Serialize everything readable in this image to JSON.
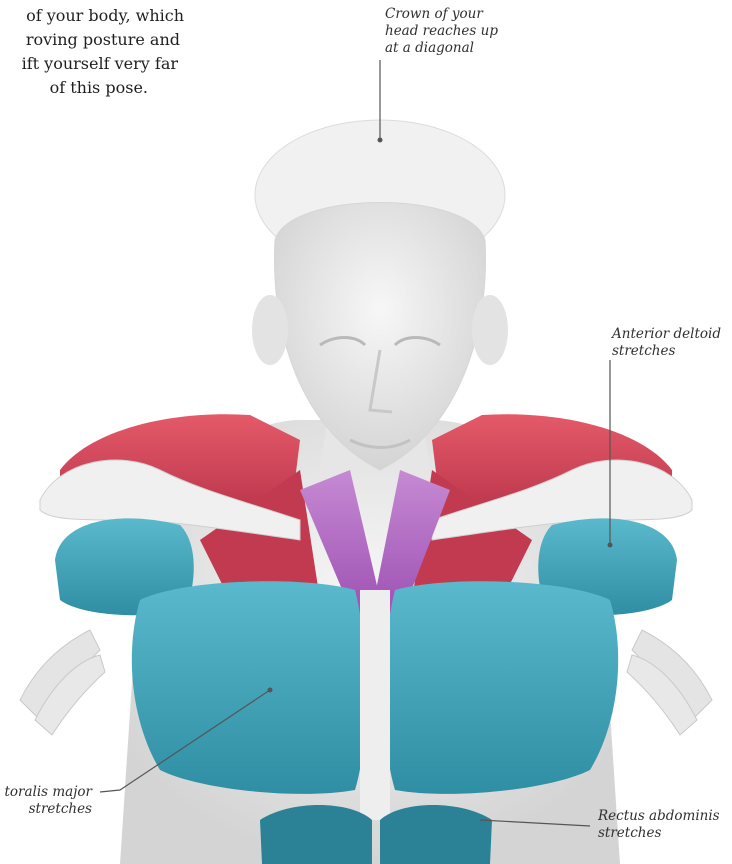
{
  "intro_lines": [
    "of your body, which",
    "roving posture and",
    "ift yourself very far",
    "of this pose."
  ],
  "labels": {
    "crown": [
      "Crown of your",
      "head reaches up",
      "at a diagonal"
    ],
    "deltoid": [
      "Anterior deltoid",
      "stretches"
    ],
    "pectoralis": [
      "toralis major",
      "stretches"
    ],
    "rectus": [
      "Rectus abdominis",
      "stretches"
    ]
  },
  "colors": {
    "skin": "#ececec",
    "skin_shade": "#d7d7d7",
    "deltoid_red": "#d94a5a",
    "pectoral_blue": "#3aa3b8",
    "neck_purple": "#b46bc4",
    "leader_line": "#555555"
  }
}
